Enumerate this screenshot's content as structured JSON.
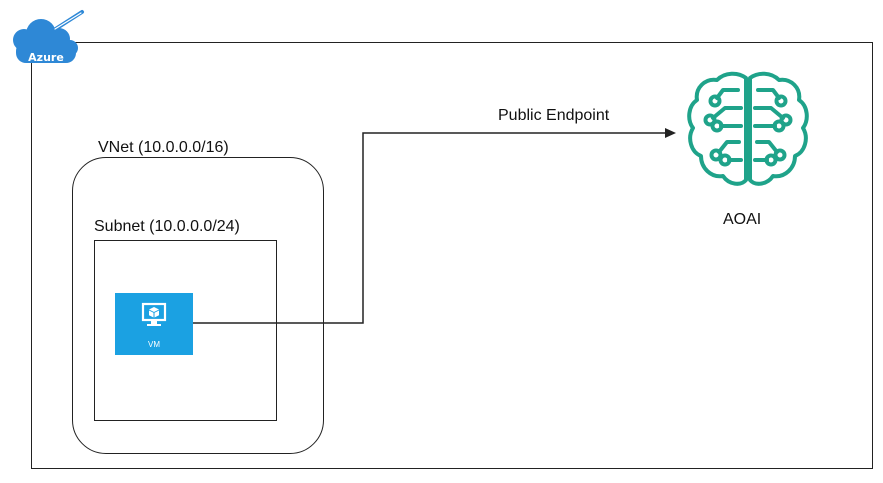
{
  "colors": {
    "azure_blue": "#2e88d6",
    "vm_blue": "#1ba1e2",
    "aoai_green": "#1fa38a",
    "line": "#222222"
  },
  "icons": {
    "azure_logo": "cloud-icon",
    "azure_pencil": "pencil-icon",
    "vm": "monitor-cube-icon",
    "aoai": "brain-circuit-icon"
  },
  "azure": {
    "label": "Azure"
  },
  "vnet": {
    "label": "VNet (10.0.0.0/16)"
  },
  "subnet": {
    "label": "Subnet (10.0.0.0/24)"
  },
  "vm": {
    "label": "VM"
  },
  "connection": {
    "label": "Public Endpoint"
  },
  "aoai": {
    "label": "AOAI"
  }
}
